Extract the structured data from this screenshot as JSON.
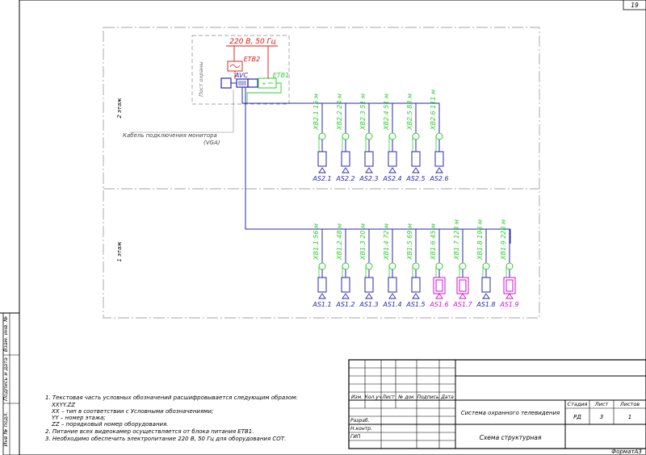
{
  "sheet_number": "19",
  "power_label": "220 В, 50 Гц",
  "etb2_label": "ЕТВ2",
  "etb1_label": "ЕТВ1",
  "avc_label": "AVC",
  "post_label": "Пост охраны",
  "cable_label": "Кабель подключения монитора",
  "cable_sub": "(VGA)",
  "floor2_label": "2 этаж",
  "floor1_label": "1 этаж",
  "floor2_cameras": [
    {
      "cable": "ХВ2.1 15 м",
      "name": "AS2.1"
    },
    {
      "cable": "ХВ2.2 24 м",
      "name": "AS2.2"
    },
    {
      "cable": "ХВ2.3 51 м",
      "name": "AS2.3"
    },
    {
      "cable": "ХВ2.4 51 м",
      "name": "AS2.4"
    },
    {
      "cable": "ХВ2.5 83 м",
      "name": "AS2.5"
    },
    {
      "cable": "ХВ2.6 111 м",
      "name": "AS2.6"
    }
  ],
  "floor1_cameras": [
    {
      "cable": "ХВ1.1 56 м",
      "name": "AS1.1",
      "dome": false
    },
    {
      "cable": "ХВ1.2 48 м",
      "name": "AS1.2",
      "dome": false
    },
    {
      "cable": "ХВ1.3 20 м",
      "name": "AS1.3",
      "dome": false
    },
    {
      "cable": "ХВ1.4 72 м",
      "name": "AS1.4",
      "dome": false
    },
    {
      "cable": "ХВ1.5 69 м",
      "name": "AS1.5",
      "dome": false
    },
    {
      "cable": "ХВ1.6 45 м",
      "name": "AS1.6",
      "dome": true
    },
    {
      "cable": "ХВ1.7 124 м",
      "name": "AS1.7",
      "dome": true
    },
    {
      "cable": "ХВ1.8 198 м",
      "name": "AS1.8",
      "dome": false
    },
    {
      "cable": "ХВ1.9 228 м",
      "name": "AS1.9",
      "dome": true
    }
  ],
  "notes": [
    "1. Текстовая часть условных обозначений расшифровывается следующим образом:",
    "XXYY.ZZ",
    "XX – тип в соответствии с Условными обозначениями;",
    "YY – номер этажа;",
    "ZZ – порядковый номер оборудования.",
    "2. Питание всех видеокамер осуществляется от блока питания ЕТВ1.",
    "3. Необходимо обеспечить электропитание 220 В, 50 Гц для оборудования СОТ."
  ],
  "side_stamps": [
    "Взам. инв. №",
    "Подпись и дата",
    "Инв № подл."
  ],
  "title_block": {
    "col_headers": [
      "Изм.",
      "Кол.уч",
      "Лист",
      "№ док",
      "Подпись",
      "Дата"
    ],
    "roles": [
      "Разраб.",
      "Н.контр.",
      "ГИП"
    ],
    "system_name": "Система охранного телевидения",
    "stage_header": "Стадия",
    "sheet_header": "Лист",
    "sheets_header": "Листов",
    "stage": "РД",
    "sheet": "3",
    "sheets": "1",
    "doc_title": "Схема структурная"
  },
  "format_label": "ФорматА3",
  "colors": {
    "line": "#000000",
    "blue": "#2a2aa8",
    "green": "#2fcf2f",
    "red": "#e01010",
    "magenta": "#d012d0",
    "gray": "#9a9a9a"
  }
}
